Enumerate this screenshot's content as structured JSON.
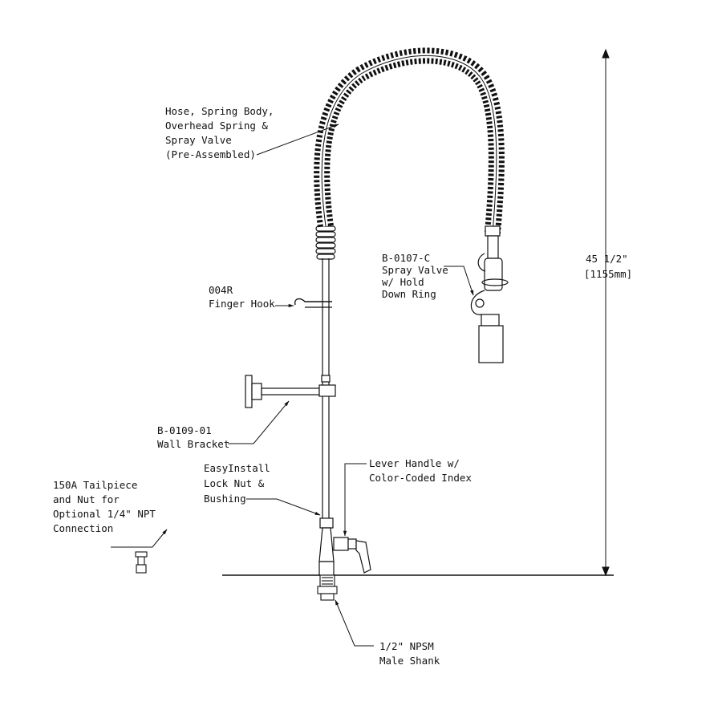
{
  "labels": {
    "hose": [
      "Hose, Spring Body,",
      "Overhead Spring &",
      "Spray Valve",
      "(Pre-Assembled)"
    ],
    "spray_valve": [
      "B-0107-C",
      "Spray Valve",
      "w/ Hold",
      "Down Ring"
    ],
    "finger_hook": [
      "004R",
      "Finger Hook"
    ],
    "wall_bracket": [
      "B-0109-01",
      "Wall Bracket"
    ],
    "lock_nut": [
      "EasyInstall",
      "Lock Nut &",
      "Bushing"
    ],
    "lever_handle": [
      "Lever Handle w/",
      "Color-Coded Index"
    ],
    "tailpiece": [
      "150A Tailpiece",
      "and Nut for",
      "Optional 1/4\" NPT",
      "Connection"
    ],
    "shank": [
      "1/2\" NPSM",
      "Male Shank"
    ],
    "dimension": [
      "45 1/2\"",
      "[1155mm]"
    ]
  },
  "colors": {
    "line": "#111111",
    "background": "#ffffff"
  }
}
